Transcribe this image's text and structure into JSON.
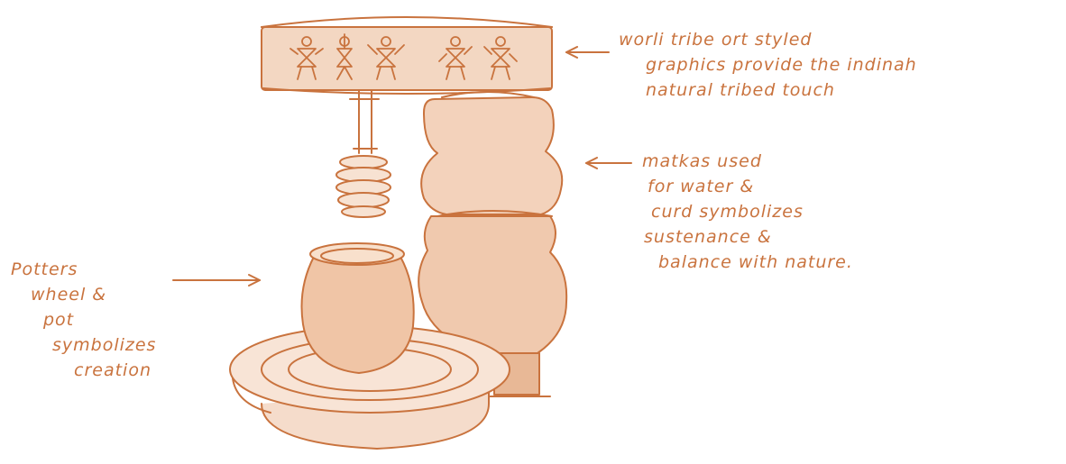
{
  "colors": {
    "ink": "#c9733e",
    "ink_light": "#e2a57a",
    "paper": "#ffffff"
  },
  "annotations": {
    "warli": {
      "lines": [
        "worli tribe ort styled",
        "graphics provide the indinah",
        "natural tribed touch"
      ]
    },
    "matkas": {
      "lines": [
        "matkas used",
        "for water &",
        "curd symbolizes",
        "sustenance &",
        "balance with nature."
      ]
    },
    "potters": {
      "lines": [
        "Potters",
        "wheel &",
        "pot",
        "symbolizes",
        "creation"
      ]
    }
  }
}
